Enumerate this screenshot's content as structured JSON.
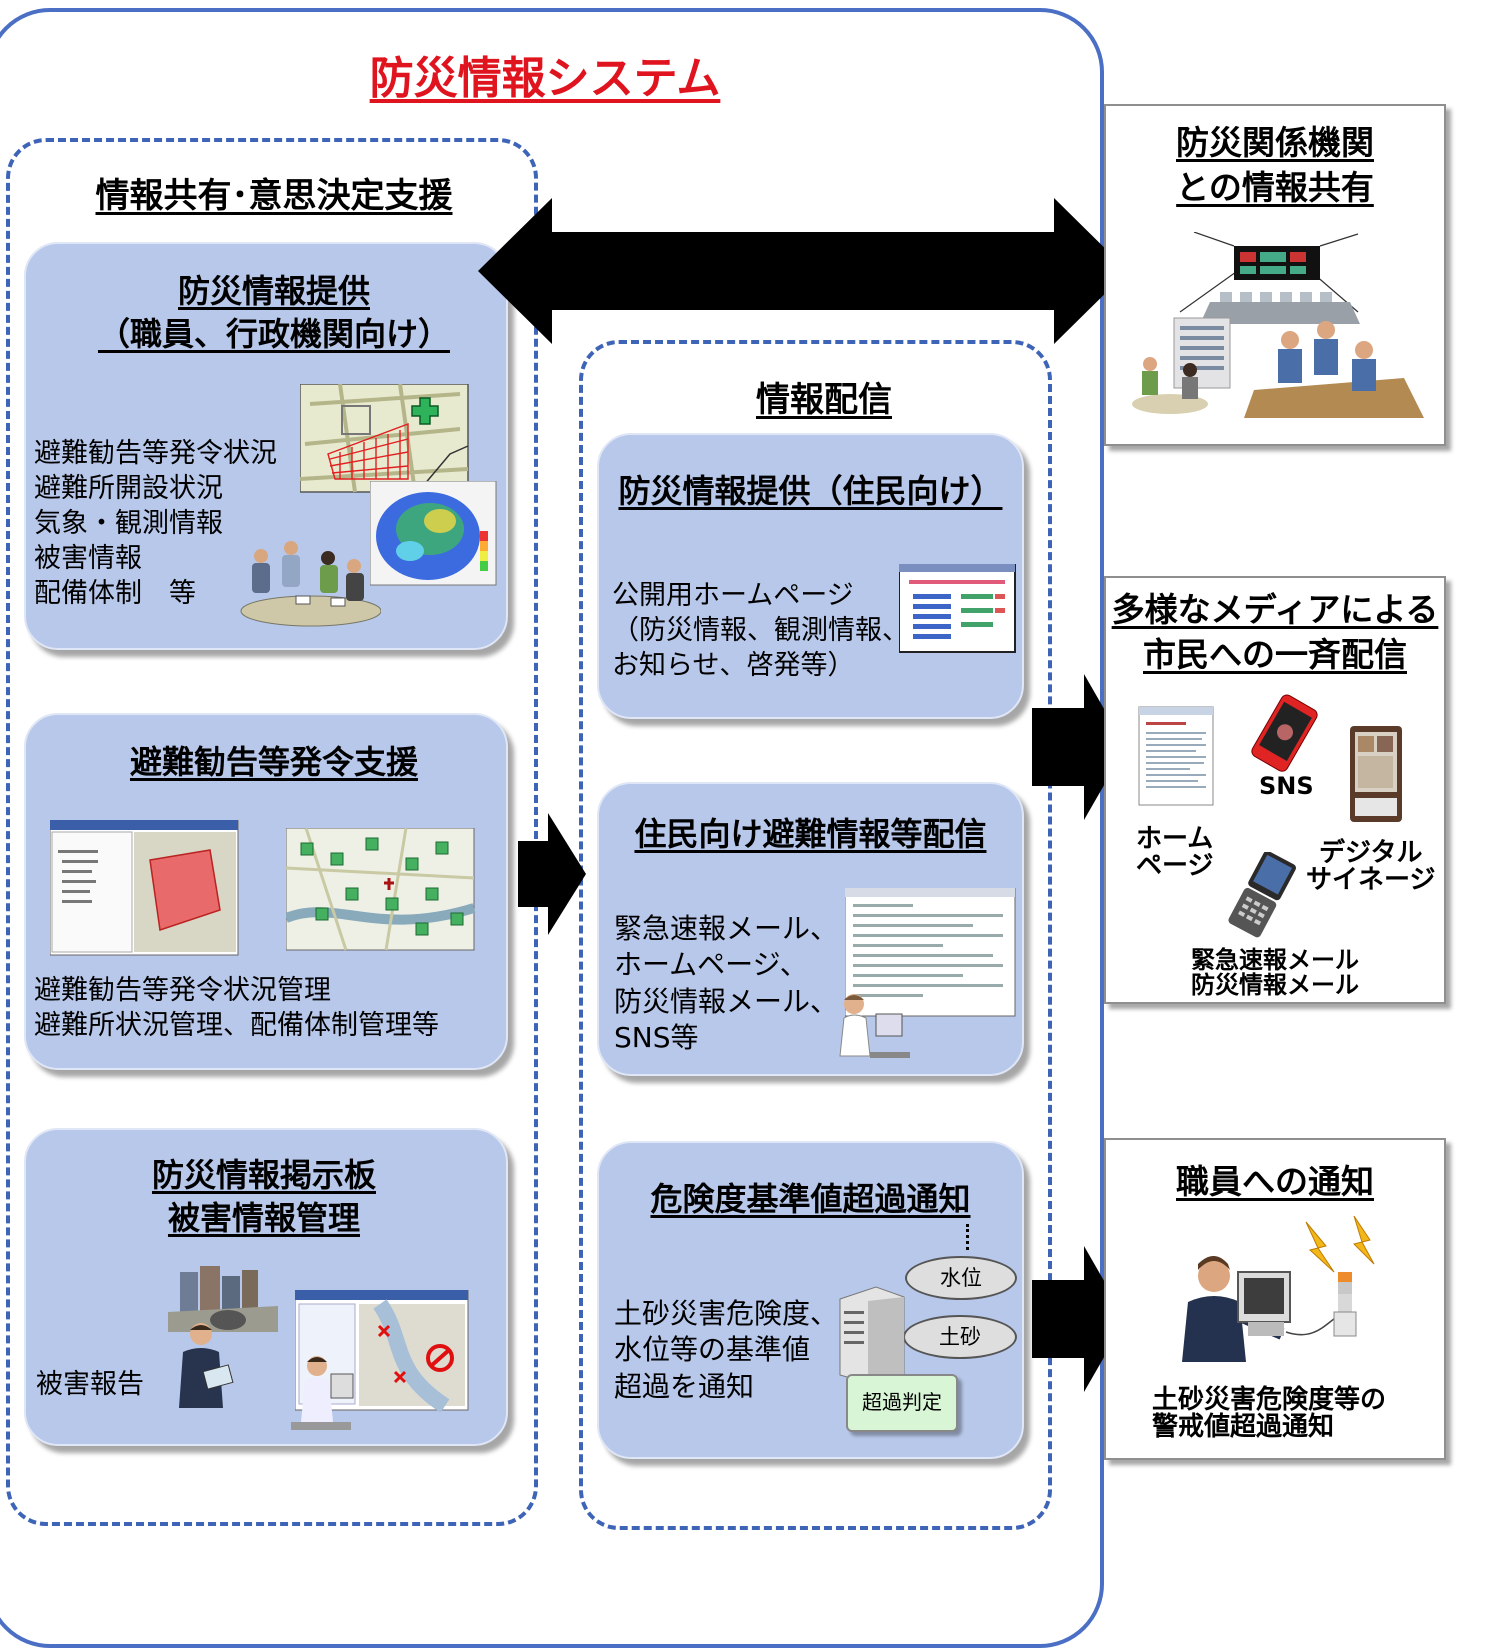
{
  "system_title": "防災情報システム",
  "left_section": {
    "title": "情報共有･意思決定支援",
    "panel1": {
      "title_line1": "防災情報提供",
      "title_line2": "（職員、行政機関向け）",
      "items": "避難勧告等発令状況\n避難所開設状況\n気象・観測情報\n被害情報\n配備体制　等"
    },
    "panel2": {
      "title": "避難勧告等発令支援",
      "items": "避難勧告等発令状況管理\n避難所状況管理、配備体制管理等"
    },
    "panel3": {
      "title_line1": "防災情報掲示板",
      "title_line2": "被害情報管理",
      "label": "被害報告"
    }
  },
  "middle_section": {
    "title": "情報配信",
    "panel1": {
      "title": "防災情報提供（住民向け）",
      "text": "公開用ホームページ\n（防災情報、観測情報、\nお知らせ、啓発等）"
    },
    "panel2": {
      "title": "住民向け避難情報等配信",
      "text": "緊急速報メール、\nホームページ、\n防災情報メール、\nSNS等"
    },
    "panel3": {
      "title": "危険度基準値超過通知",
      "text": "土砂災害危険度、\n水位等の基準値\n超過を通知",
      "sensor1": "水位",
      "sensor2": "土砂",
      "judge": "超過判定"
    }
  },
  "right_boxes": {
    "box1": {
      "title_line1": "防災関係機関",
      "title_line2": "との情報共有"
    },
    "box2": {
      "title_line1": "多様なメディアによる",
      "title_line2": "市民への一斉配信",
      "label_sns": "SNS",
      "label_homepage": "ホーム\nページ",
      "label_signage": "デジタル\nサイネージ",
      "label_mail": "緊急速報メール\n防災情報メール"
    },
    "box3": {
      "title": "職員への通知",
      "caption": "土砂災害危険度等の\n警戒値超過通知"
    }
  }
}
